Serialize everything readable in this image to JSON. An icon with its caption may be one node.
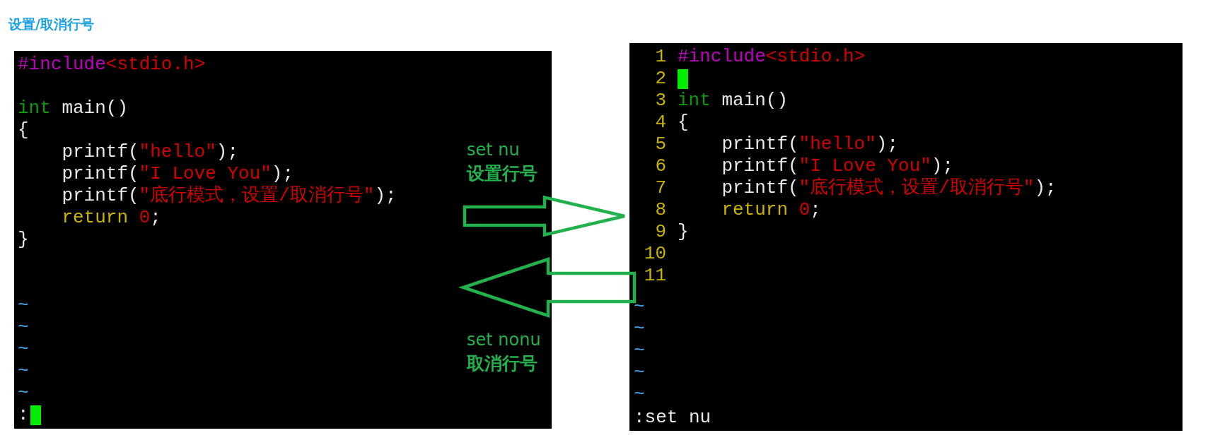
{
  "diagram": {
    "title": "设置/取消行号",
    "nodes": [
      {
        "text": [
          "#include<stdio.h>",
          "int main()",
          "{",
          "printf(\"hello\");",
          "printf(\"I Love You\");",
          "printf(\"底行模式，设置/取消行号\");",
          "return 0;",
          "}",
          "~",
          "~",
          "~",
          "~",
          "~",
          ":"
        ]
      },
      {
        "text": [
          "1",
          "#include<stdio.h>",
          "2",
          "3",
          "int main()",
          "4",
          "{",
          "5",
          "printf(\"hello\");",
          "6",
          "printf(\"I Love You\");",
          "7",
          "printf(\"底行模式，设置/取消行号\");",
          "8",
          "return 0;",
          "9",
          "}",
          "10",
          "11",
          "~",
          "~",
          "~",
          "~",
          "~",
          ":set nu"
        ]
      }
    ],
    "edges": [
      {
        "from": 0,
        "to": 1,
        "arrow": "to",
        "label": "set nu **设置行号**"
      },
      {
        "from": 1,
        "to": 0,
        "arrow": "to",
        "label": "set nonu **取消行号**"
      }
    ]
  }
}
